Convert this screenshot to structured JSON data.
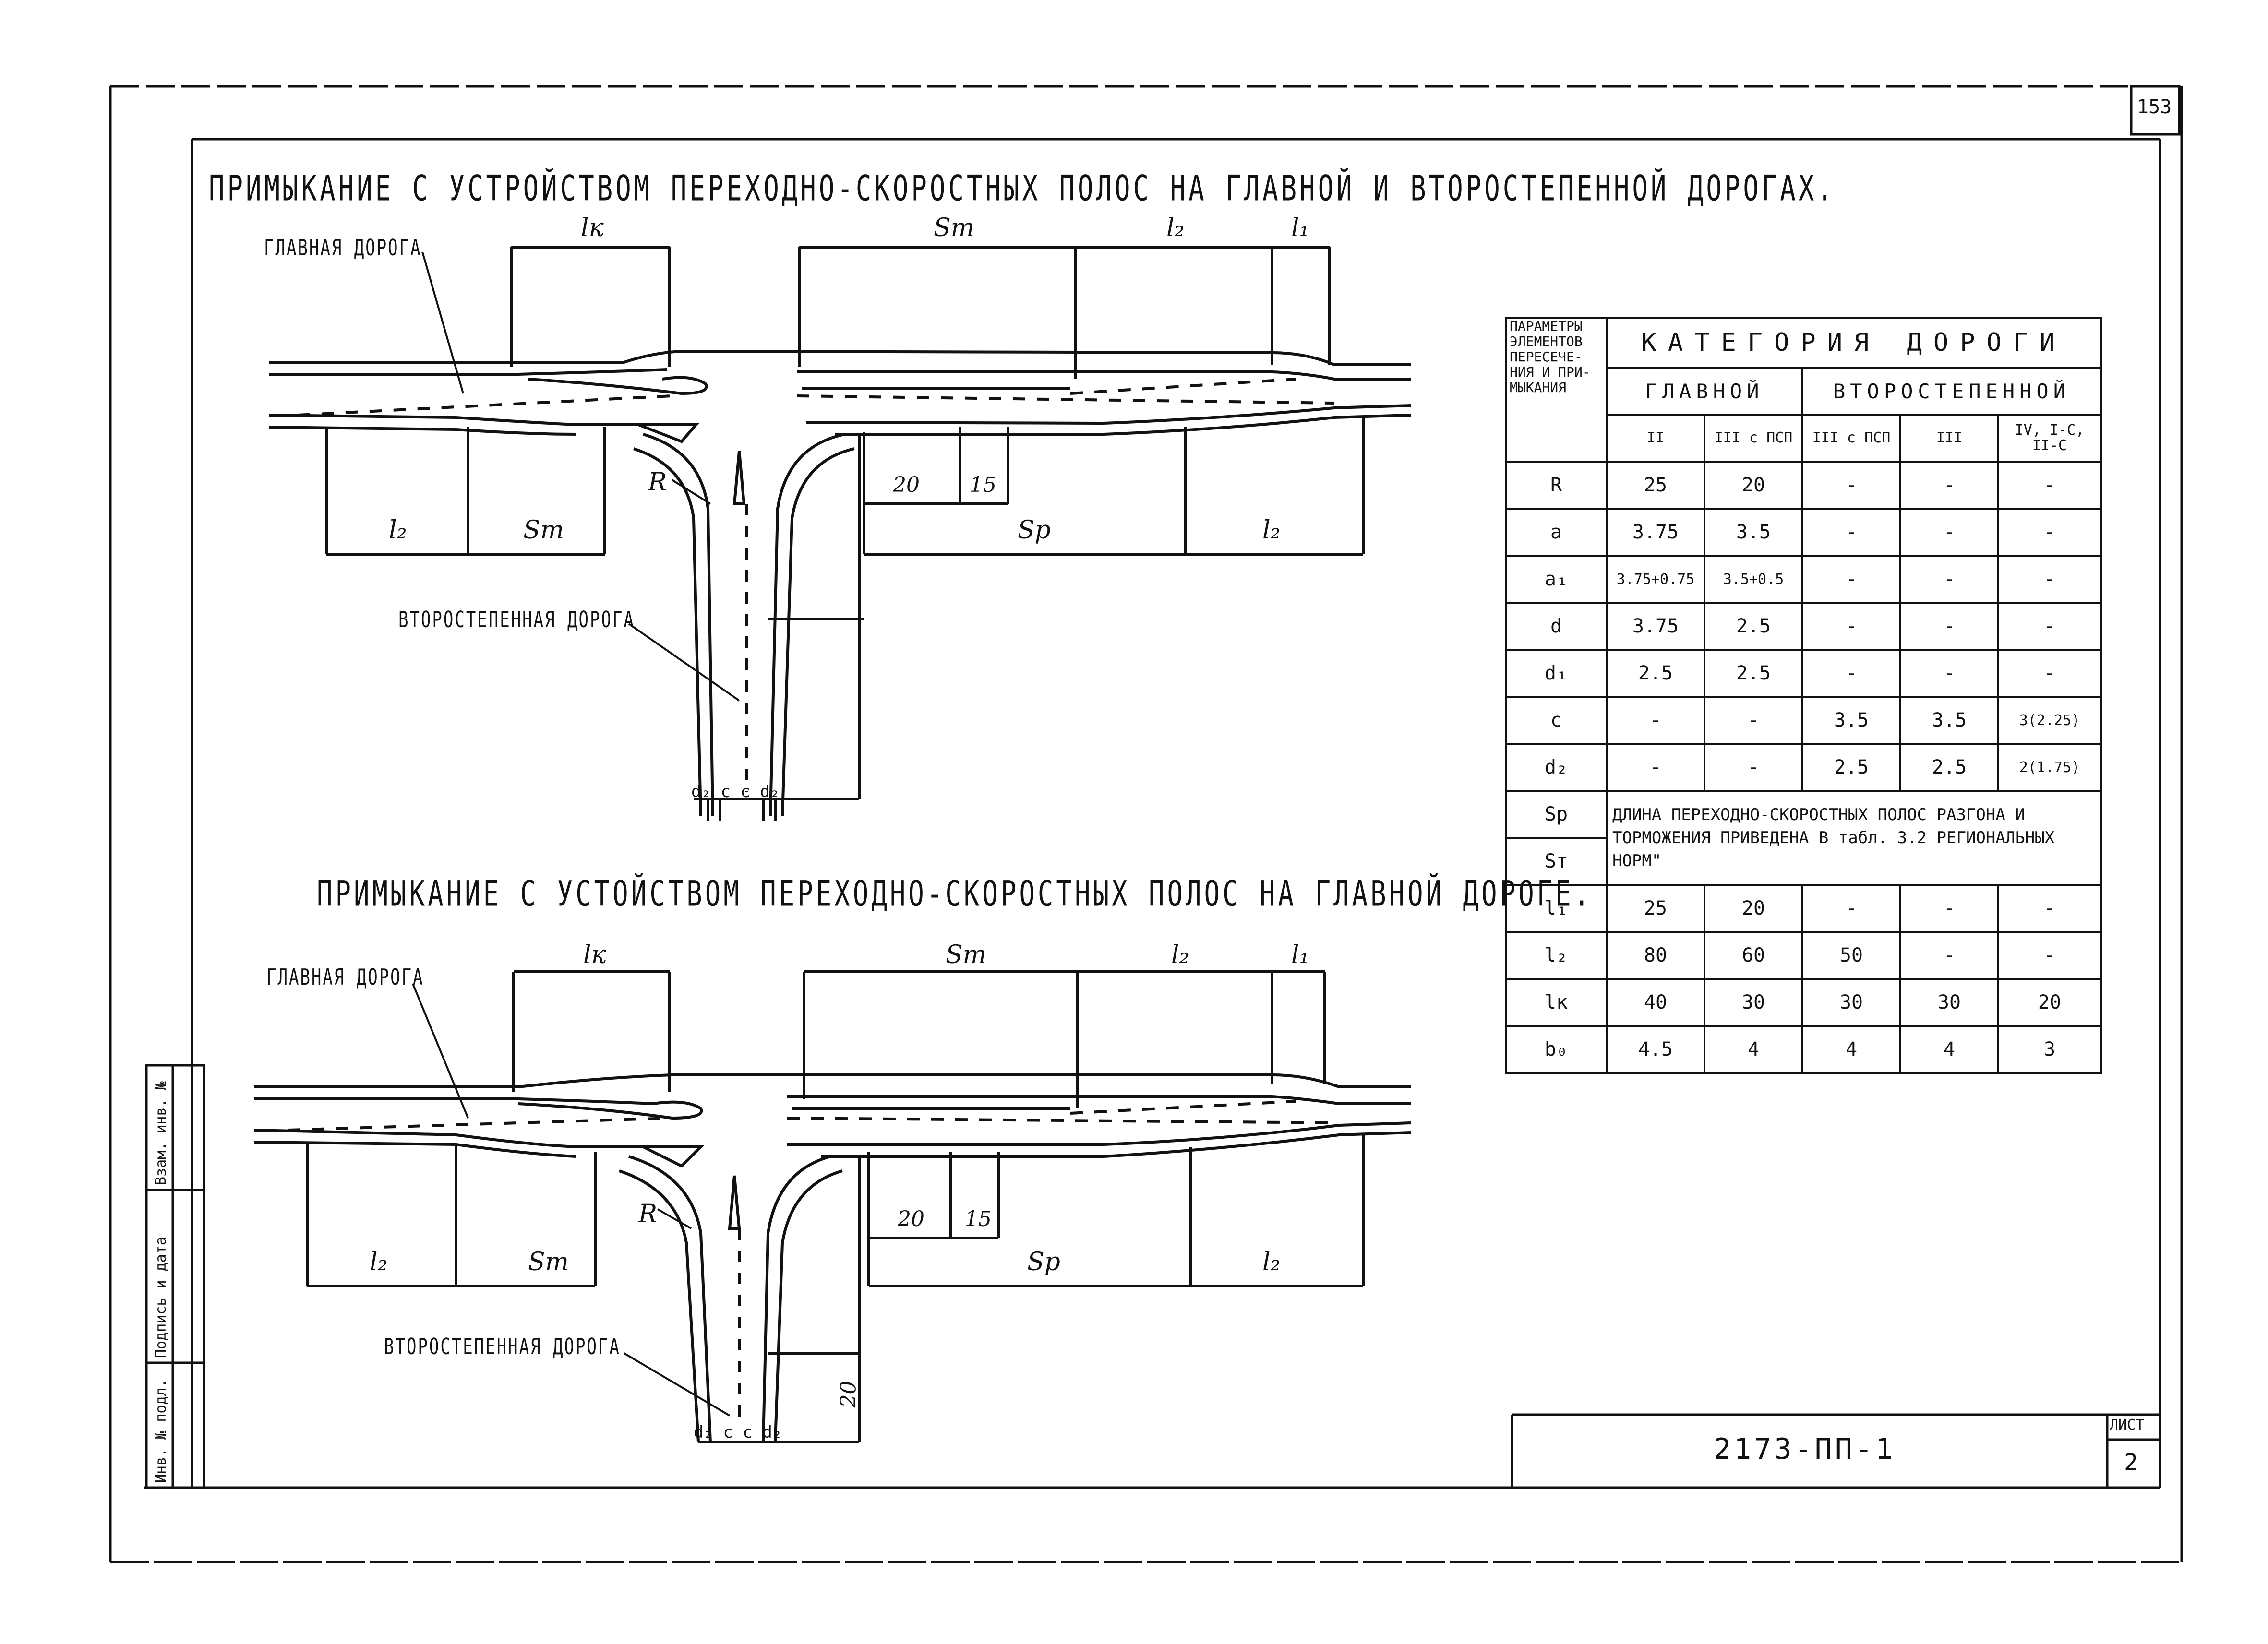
{
  "page_number": "153",
  "sheet": {
    "title_top": "ПРИМЫКАНИЕ С УСТРОЙСТВОМ ПЕРЕХОДНО-СКОРОСТНЫХ ПОЛОС НА ГЛАВНОЙ И ВТОРОСТЕПЕННОЙ ДОРОГАХ.",
    "title_bottom": "ПРИМЫКАНИЕ С УСТОЙСТВОМ ПЕРЕХОДНО-СКОРОСТНЫХ ПОЛОС НА ГЛАВНОЙ ДОРОГЕ.",
    "code": "2173-ПП-1",
    "list_label": "ЛИСТ",
    "list_number": "2"
  },
  "diagram_top": {
    "main_road": "ГЛАВНАЯ ДОРОГА",
    "secondary_road": "ВТОРОСТЕПЕННАЯ ДОРОГА",
    "dims": {
      "lk": "lк",
      "st": "Sт",
      "l2": "l₂",
      "l1": "l₁",
      "sp": "Sр",
      "r": "R",
      "d20": "20",
      "d15": "15"
    },
    "bottom_labels": {
      "d2l": "d₂",
      "c1": "c",
      "c2": "c",
      "d2r": "d₂"
    }
  },
  "diagram_bottom": {
    "main_road": "ГЛАВНАЯ ДОРОГА",
    "secondary_road": "ВТОРОСТЕПЕННАЯ ДОРОГА",
    "dims": {
      "lk": "lк",
      "st": "Sт",
      "l2": "l₂",
      "l1": "l₁",
      "sp": "Sр",
      "r": "R",
      "d20": "20",
      "d15": "15",
      "v20": "20"
    },
    "bottom_labels": {
      "d2l": "d₂",
      "c1": "c",
      "c2": "c",
      "d2r": "d₂"
    }
  },
  "table": {
    "param_header": "ПАРАМЕТРЫ ЭЛЕМЕНТОВ ПЕРЕСЕЧЕ-НИЯ И ПРИ-МЫКАНИЯ",
    "category": "КАТЕГОРИЯ ДОРОГИ",
    "main": "ГЛАВНОЙ",
    "secondary": "ВТОРОСТЕПЕННОЙ",
    "columns": [
      "II",
      "III с ПСП",
      "III с ПСП",
      "III",
      "IV, I-С, II-С"
    ],
    "rows": [
      {
        "p": "R",
        "v": [
          "25",
          "20",
          "-",
          "-",
          "-"
        ]
      },
      {
        "p": "a",
        "v": [
          "3.75",
          "3.5",
          "-",
          "-",
          "-"
        ]
      },
      {
        "p": "a₁",
        "v": [
          "3.75+0.75",
          "3.5+0.5",
          "-",
          "-",
          "-"
        ]
      },
      {
        "p": "d",
        "v": [
          "3.75",
          "2.5",
          "-",
          "-",
          "-"
        ]
      },
      {
        "p": "d₁",
        "v": [
          "2.5",
          "2.5",
          "-",
          "-",
          "-"
        ]
      },
      {
        "p": "c",
        "v": [
          "-",
          "-",
          "3.5",
          "3.5",
          "3(2.25)"
        ]
      },
      {
        "p": "d₂",
        "v": [
          "-",
          "-",
          "2.5",
          "2.5",
          "2(1.75)"
        ]
      }
    ],
    "sp_label": "Sр",
    "st_label": "Sт",
    "note": "ДЛИНА ПЕРЕХОДНО-СКОРОСТНЫХ ПОЛОС РАЗГОНА И ТОРМОЖЕНИЯ ПРИВЕДЕНА В табл. 3.2 РЕГИОНАЛЬНЫХ НОРМ\"",
    "rows2": [
      {
        "p": "l₁",
        "v": [
          "25",
          "20",
          "-",
          "-",
          "-"
        ]
      },
      {
        "p": "l₂",
        "v": [
          "80",
          "60",
          "50",
          "-",
          "-"
        ]
      },
      {
        "p": "lк",
        "v": [
          "40",
          "30",
          "30",
          "30",
          "20"
        ]
      },
      {
        "p": "b₀",
        "v": [
          "4.5",
          "4",
          "4",
          "4",
          "3"
        ]
      }
    ]
  },
  "side_stamp": [
    "Инв. № подл.",
    "Подпись и дата",
    "Взам. инв. №"
  ]
}
